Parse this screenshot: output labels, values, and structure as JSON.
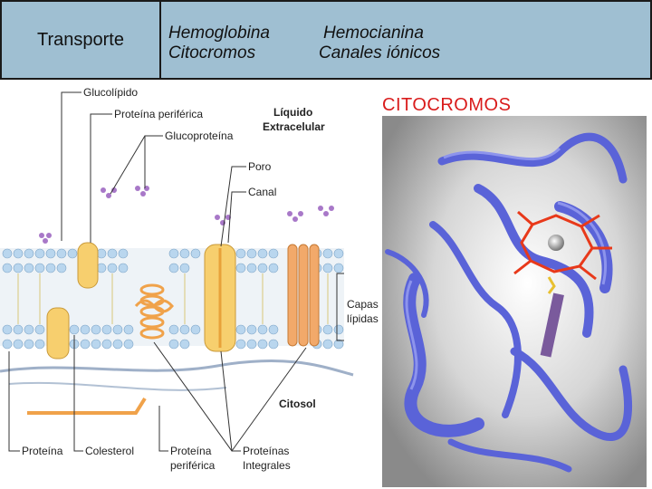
{
  "header": {
    "label": "Transporte",
    "col1": [
      "Hemoglobina",
      "Citocromos"
    ],
    "col2": [
      "Hemocianina",
      "Canales iónicos"
    ]
  },
  "diagram": {
    "labels": {
      "glucolipido": "Glucolípido",
      "proteina_periferica_top": "Proteína periférica",
      "glucoproteina": "Glucoproteína",
      "liquido_1": "Líquido",
      "liquido_2": "Extracelular",
      "poro": "Poro",
      "canal": "Canal",
      "capas_1": "Capas",
      "capas_2": "lípidas",
      "citosol": "Citosol",
      "proteina": "Proteína",
      "colesterol": "Colesterol",
      "proteina_periferica_1": "Proteína",
      "proteina_periferica_2": "periférica",
      "proteinas_integrales_1": "Proteínas",
      "proteinas_integrales_2": "Integrales"
    }
  },
  "photo": {
    "title": "CITOCROMOS"
  },
  "colors": {
    "header_bg": "#9fbfd2",
    "title_red": "#d91c1c",
    "ribbon_blue": "#5a63d8",
    "heme_red": "#e8391a"
  }
}
